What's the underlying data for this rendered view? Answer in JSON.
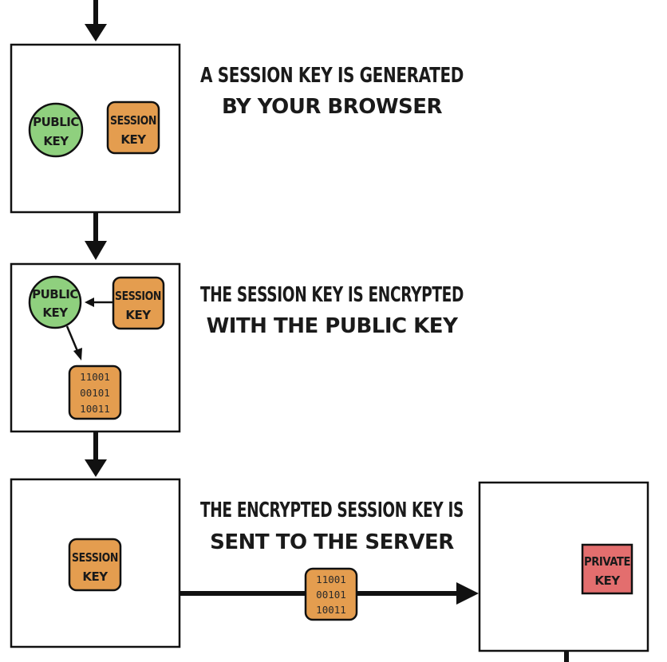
{
  "steps": [
    {
      "caption_lines": [
        "A SESSION KEY IS GENERATED",
        "BY YOUR BROWSER"
      ],
      "public_key": [
        "PUBLIC",
        "KEY"
      ],
      "session_key": [
        "SESSION",
        "KEY"
      ]
    },
    {
      "caption_lines": [
        "THE SESSION KEY IS ENCRYPTED",
        "WITH THE PUBLIC KEY"
      ],
      "public_key": [
        "PUBLIC",
        "KEY"
      ],
      "session_key": [
        "SESSION",
        "KEY"
      ],
      "encrypted_bits": [
        "11001",
        "00101",
        "10011"
      ]
    },
    {
      "caption_lines": [
        "THE ENCRYPTED SESSION KEY IS",
        "SENT TO THE SERVER"
      ],
      "session_key": [
        "SESSION",
        "KEY"
      ],
      "encrypted_bits": [
        "11001",
        "00101",
        "10011"
      ],
      "private_key": [
        "PRIVATE",
        "KEY"
      ]
    }
  ],
  "colors": {
    "public_key": "#8fd07e",
    "session_key": "#e49d4f",
    "private_key": "#e36e6e",
    "stroke": "#111111"
  }
}
